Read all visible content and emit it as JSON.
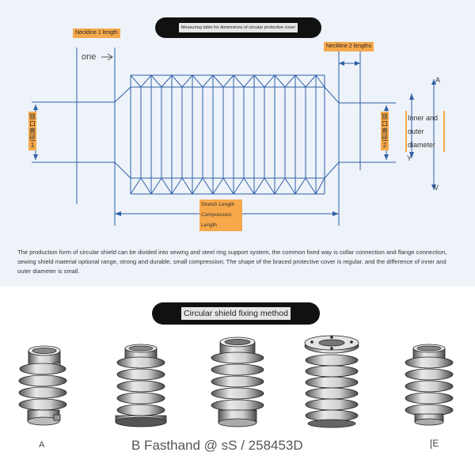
{
  "top_title": "Measuring table for dimensions of circular protective cover",
  "labels": {
    "neckline1": "Neckline 1 length",
    "neckline2": "Neckline 2 lengths",
    "one": "one",
    "diam1": "锁口直径1",
    "diam2": "锁口直径2",
    "inner_outer": [
      "Inner and",
      "outer",
      "diameter"
    ],
    "A": "A",
    "Y": "Y",
    "V": "V",
    "stretch": [
      "Stretch Length",
      "Compression",
      "Length"
    ]
  },
  "description": "The production form of circular shield can be divided into sewing and steel ring support system, the common fixed way is collar connection and flange connection, sewing shield material optional range, strong and durable, small compression; The shape of the braced protective cover is regular, and the difference of inner and outer diameter is small.",
  "section_title": "Circular shield fixing method",
  "bottom_labels": {
    "a": "A",
    "b_line": "B Fasthand @ sS / 258453D",
    "e": "[E"
  },
  "colors": {
    "line": "#2e5fa8",
    "accent": "#f6a84a",
    "pill": "#111111"
  }
}
